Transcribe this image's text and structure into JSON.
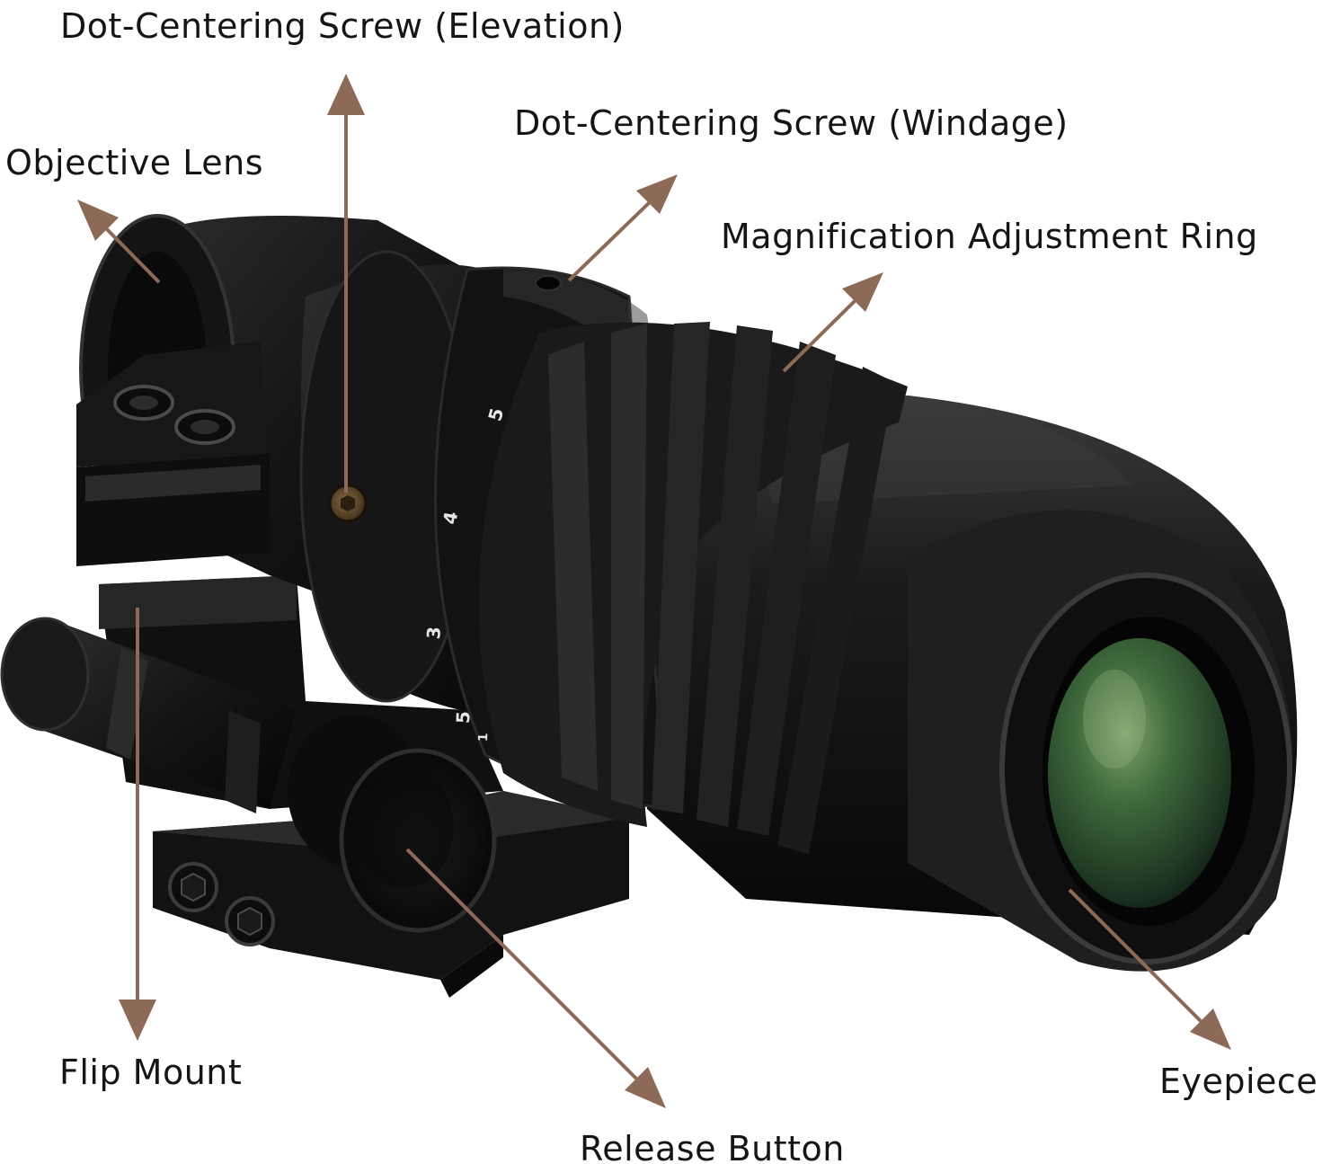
{
  "callouts": {
    "elevation": "Dot-Centering Screw (Elevation)",
    "windage": "Dot-Centering Screw (Windage)",
    "objective": "Objective Lens",
    "magnification": "Magnification Adjustment Ring",
    "flip_mount": "Flip Mount",
    "release_button": "Release Button",
    "eyepiece": "Eyepiece"
  },
  "dial_marks": [
    "5",
    "4",
    "3",
    "5",
    "1"
  ],
  "colors": {
    "arrow": "#8c6a57",
    "body": "#141414",
    "lens_tint": "#2f5a34",
    "background": "#ffffff"
  }
}
